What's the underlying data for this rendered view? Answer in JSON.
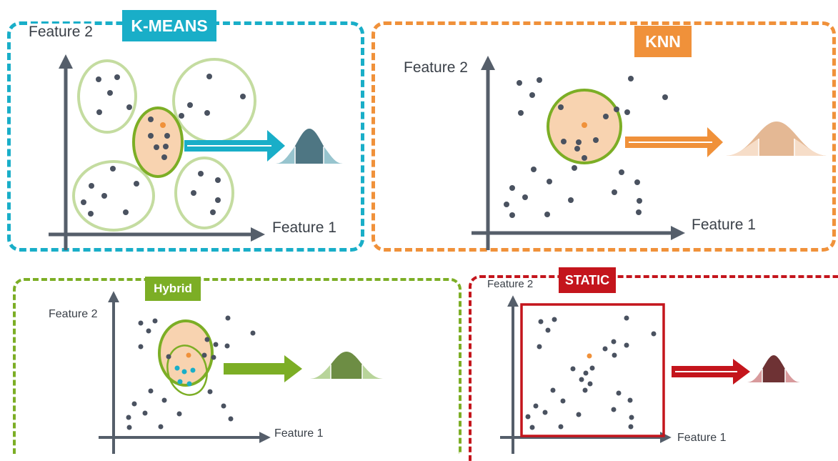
{
  "panels": {
    "kmeans": {
      "title": "K-MEANS",
      "ylabel": "Feature 2",
      "xlabel": "Feature 1"
    },
    "knn": {
      "title": "KNN",
      "ylabel": "Feature 2",
      "xlabel": "Feature 1"
    },
    "hybrid": {
      "title": "Hybrid",
      "ylabel": "Feature 2",
      "xlabel": "Feature 1"
    },
    "static": {
      "title": "STATIC",
      "ylabel": "Feature 2",
      "xlabel": "Feature 1"
    }
  },
  "colors": {
    "kmeans": "#19aec8",
    "knn": "#f0913a",
    "hybrid": "#7cae25",
    "static": "#c4151c",
    "point": "#4a5260",
    "query_point": "#f0913a",
    "axis": "#555e6a",
    "cluster_fill": "#f8d3b0"
  }
}
